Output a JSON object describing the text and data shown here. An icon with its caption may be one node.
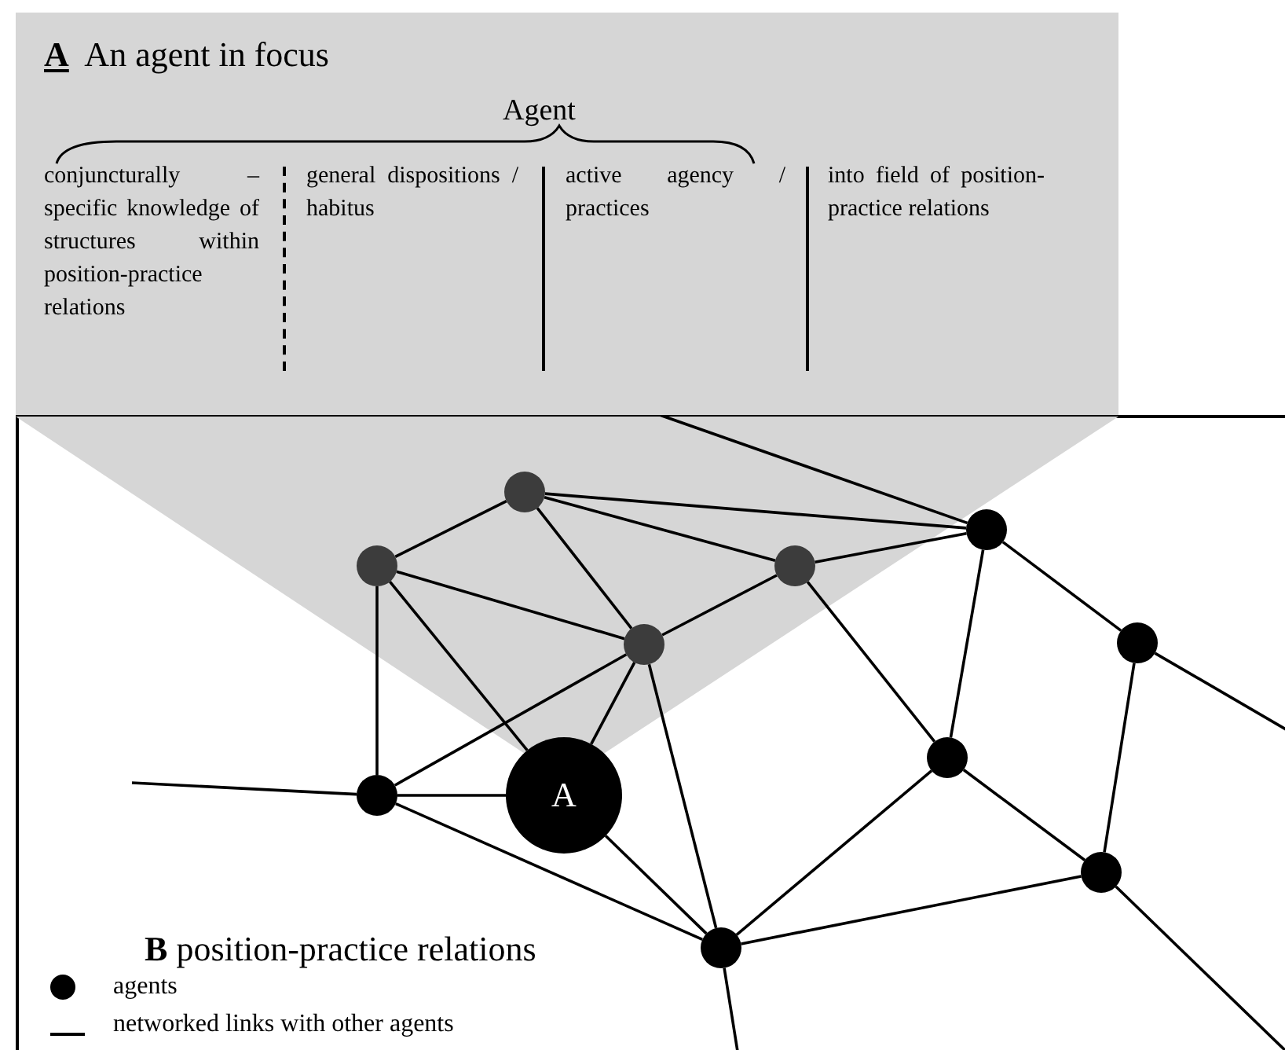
{
  "diagram": {
    "nodes": [
      {
        "text": [
          "**A**  An agent in focus"
        ]
      },
      {
        "text": [
          "**B** position-practice relations"
        ]
      },
      {
        "text": [],
        "shape": "circle",
        "in": 1
      },
      {
        "text": [],
        "shape": "circle",
        "in": 1
      },
      {
        "text": [],
        "shape": "circle",
        "in": 1
      },
      {
        "text": [],
        "shape": "circle",
        "in": 1
      },
      {
        "text": [],
        "shape": "circle",
        "in": 1
      },
      {
        "text": [],
        "shape": "circle",
        "in": 1
      },
      {
        "text": [],
        "shape": "circle",
        "in": 1
      },
      {
        "text": [
          "A"
        ],
        "in": 1
      },
      {
        "text": [],
        "shape": "circle",
        "in": 1
      },
      {
        "text": [],
        "shape": "circle",
        "in": 1
      },
      {
        "text": [],
        "shape": "circle",
        "in": 1
      }
    ],
    "edges": [
      {
        "from": 2,
        "to": 6,
        "arrow": "none"
      },
      {
        "from": 2,
        "to": 4,
        "arrow": "none"
      },
      {
        "from": 4,
        "to": 6,
        "arrow": "none"
      },
      {
        "from": 2,
        "to": 3,
        "arrow": "none"
      },
      {
        "from": 2,
        "to": 5,
        "arrow": "none"
      },
      {
        "from": 3,
        "to": 5,
        "arrow": "none"
      },
      {
        "from": 3,
        "to": 9,
        "arrow": "none"
      },
      {
        "from": 3,
        "to": 8,
        "arrow": "none"
      },
      {
        "from": 5,
        "to": 9,
        "arrow": "none"
      },
      {
        "from": 5,
        "to": 8,
        "arrow": "none"
      },
      {
        "from": 5,
        "to": 4,
        "arrow": "none"
      },
      {
        "from": 5,
        "to": 12,
        "arrow": "none"
      },
      {
        "from": 4,
        "to": 10,
        "arrow": "none"
      },
      {
        "from": 6,
        "to": 10,
        "arrow": "none"
      },
      {
        "from": 6,
        "to": 7,
        "arrow": "none"
      },
      {
        "from": 7,
        "to": null,
        "arrow": "none"
      },
      {
        "from": 7,
        "to": 11,
        "arrow": "none"
      },
      {
        "from": 10,
        "to": 12,
        "arrow": "none"
      },
      {
        "from": 10,
        "to": 11,
        "arrow": "none"
      },
      {
        "from": 11,
        "to": null,
        "arrow": "none"
      },
      {
        "from": 12,
        "to": 11,
        "arrow": "none"
      },
      {
        "from": 8,
        "to": 9,
        "arrow": "none"
      },
      {
        "from": 8,
        "to": 12,
        "arrow": "none"
      },
      {
        "from": 9,
        "to": 12,
        "arrow": "none"
      },
      {
        "from": null,
        "to": 8,
        "arrow": "none"
      },
      {
        "from": 12,
        "to": null,
        "arrow": "none"
      },
      {
        "from": 0,
        "to": 6,
        "arrow": "none"
      }
    ],
    "labels": [
      "Agent",
      "conjuncturally – specific knowledge of structures within position-practice relations",
      "general dispositions / habitus",
      "active agency / practices",
      "into field of position-practice relations"
    ],
    "legend": [
      {
        "text": "agents"
      },
      {
        "text": "networked links with other agents"
      }
    ]
  }
}
